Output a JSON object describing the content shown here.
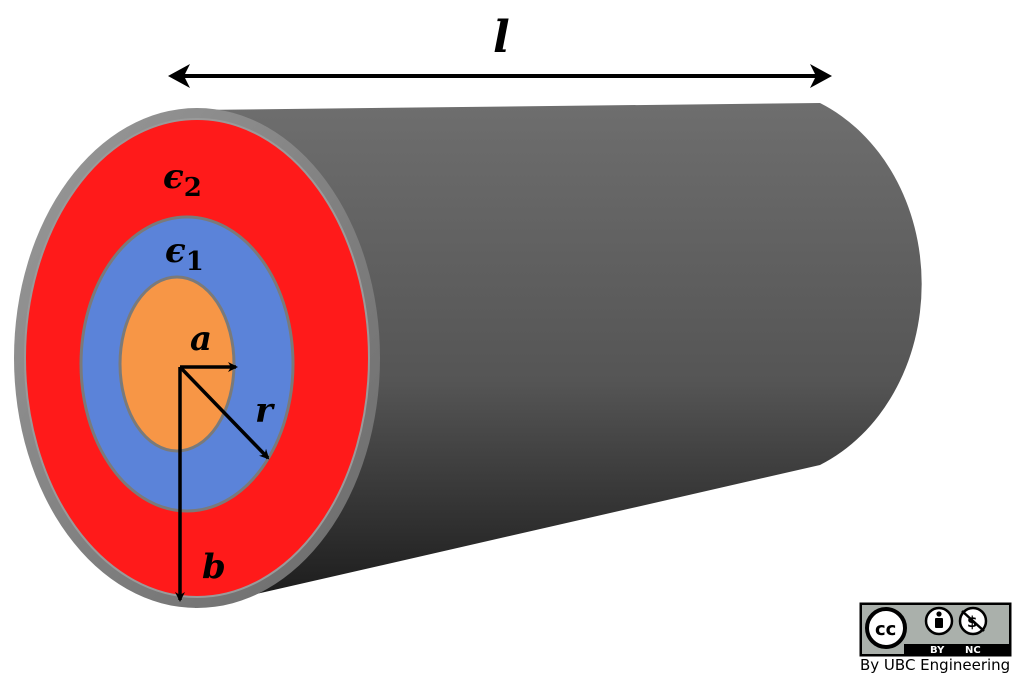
{
  "labels": {
    "length": "l",
    "epsilon2_symbol": "ϵ",
    "epsilon2_sub": "2",
    "epsilon1_symbol": "ϵ",
    "epsilon1_sub": "1",
    "inner_radius": "a",
    "radius": "r",
    "outer_radius": "b"
  },
  "license": {
    "cc": "cc",
    "by": "BY",
    "nc": "NC",
    "credit": "By UBC Engineering"
  },
  "colors": {
    "inner_conductor": "#f79646",
    "dielectric_1": "#5b83d9",
    "dielectric_2": "#ff1a1a",
    "outer_shell": "#8a8a8a",
    "cylinder_body": "#4a4a4a"
  }
}
